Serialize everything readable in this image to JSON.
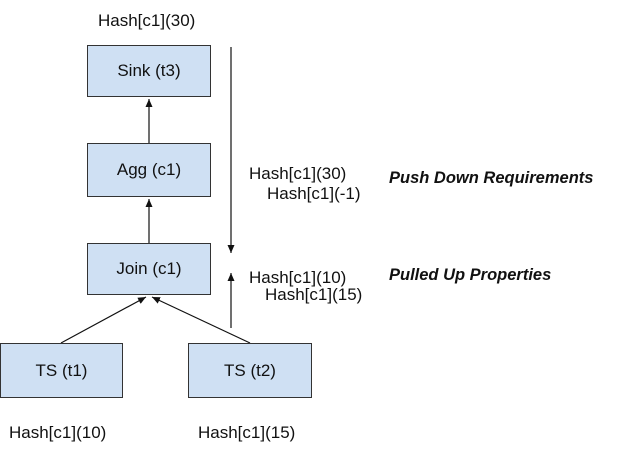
{
  "nodes": {
    "sink": {
      "label": "Sink (t3)"
    },
    "agg": {
      "label": "Agg (c1)"
    },
    "join": {
      "label": "Join (c1)"
    },
    "ts1": {
      "label": "TS (t1)"
    },
    "ts2": {
      "label": "TS (t2)"
    }
  },
  "labels": {
    "sink_hash": "Hash[c1](30)",
    "push_hash_1": "Hash[c1](30)",
    "push_hash_2": "Hash[c1](-1)",
    "pull_hash_1": "Hash[c1](10)",
    "pull_hash_2": "Hash[c1](15)",
    "ts1_hash": "Hash[c1](10)",
    "ts2_hash": "Hash[c1](15)"
  },
  "annotations": {
    "push_down": "Push Down Requirements",
    "pulled_up": "Pulled Up Properties"
  },
  "colors": {
    "node_fill": "#cfe0f3",
    "node_border": "#333333",
    "edge": "#111111"
  }
}
